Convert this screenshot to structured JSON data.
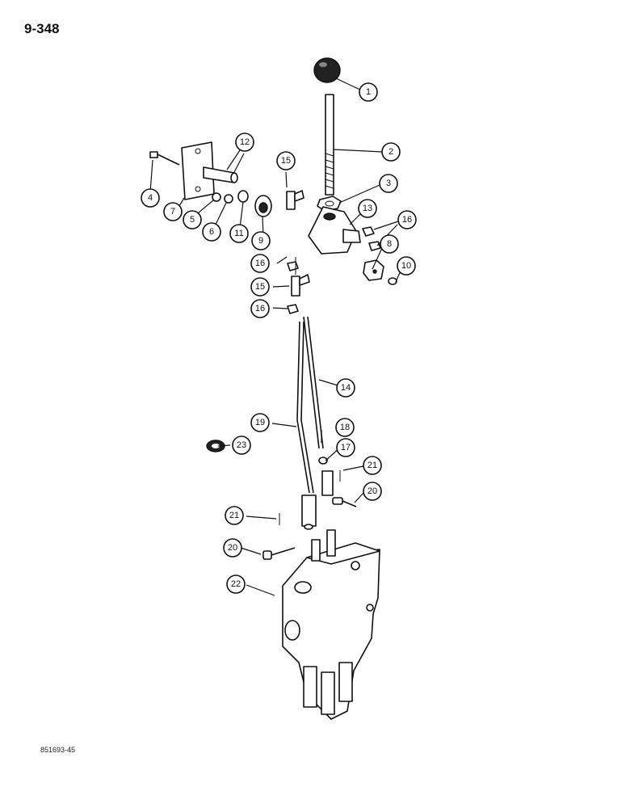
{
  "page_number": "9-348",
  "reference_code": "851693-45",
  "callouts": [
    {
      "id": "c1",
      "label": "1"
    },
    {
      "id": "c2",
      "label": "2"
    },
    {
      "id": "c3",
      "label": "3"
    },
    {
      "id": "c4",
      "label": "4"
    },
    {
      "id": "c5",
      "label": "5"
    },
    {
      "id": "c6",
      "label": "6"
    },
    {
      "id": "c7",
      "label": "7"
    },
    {
      "id": "c8",
      "label": "8"
    },
    {
      "id": "c9",
      "label": "9"
    },
    {
      "id": "c10",
      "label": "10"
    },
    {
      "id": "c11",
      "label": "11"
    },
    {
      "id": "c12",
      "label": "12"
    },
    {
      "id": "c13",
      "label": "13"
    },
    {
      "id": "c14",
      "label": "14"
    },
    {
      "id": "c15a",
      "label": "15"
    },
    {
      "id": "c15b",
      "label": "15"
    },
    {
      "id": "c16a",
      "label": "16"
    },
    {
      "id": "c16b",
      "label": "16"
    },
    {
      "id": "c16c",
      "label": "16"
    },
    {
      "id": "c17",
      "label": "17"
    },
    {
      "id": "c18",
      "label": "18"
    },
    {
      "id": "c19",
      "label": "19"
    },
    {
      "id": "c20a",
      "label": "20"
    },
    {
      "id": "c20b",
      "label": "20"
    },
    {
      "id": "c21a",
      "label": "21"
    },
    {
      "id": "c21b",
      "label": "21"
    },
    {
      "id": "c22",
      "label": "22"
    },
    {
      "id": "c23",
      "label": "23"
    }
  ]
}
